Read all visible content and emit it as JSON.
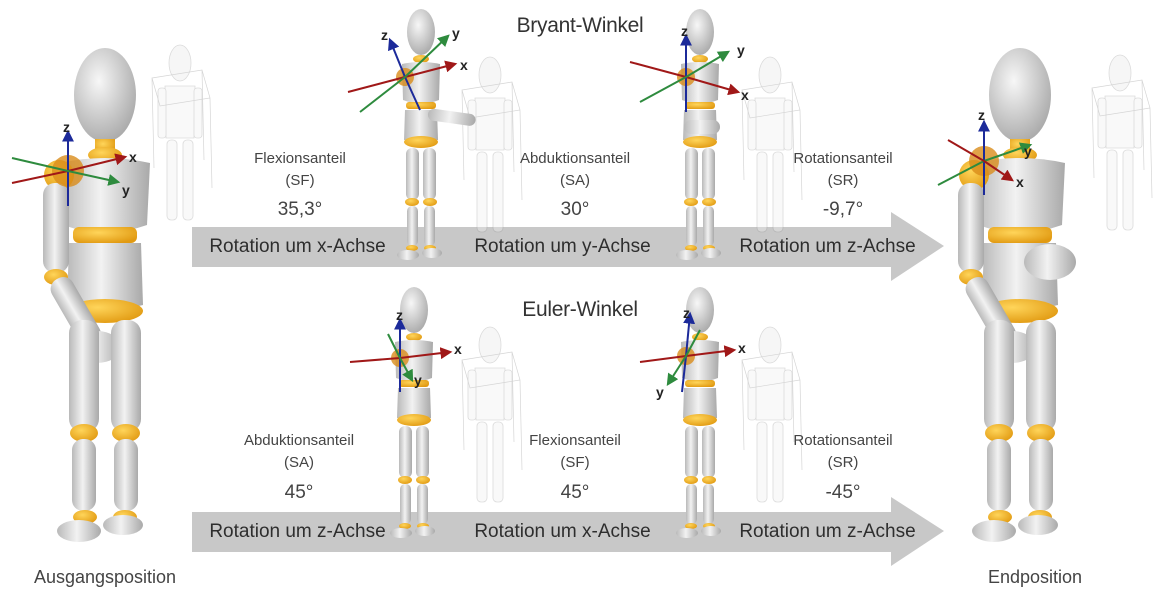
{
  "headings": {
    "bryant": "Bryant-Winkel",
    "euler": "Euler-Winkel"
  },
  "positions": {
    "start": "Ausgangsposition",
    "end": "Endposition"
  },
  "bryant": {
    "components": [
      {
        "name": "Flexionsanteil",
        "abbr": "(SF)",
        "value": "35,3°"
      },
      {
        "name": "Abduktionsanteil",
        "abbr": "(SA)",
        "value": "30°"
      },
      {
        "name": "Rotationsanteil",
        "abbr": "(SR)",
        "value": "-9,7°"
      }
    ],
    "steps": [
      "Rotation um x-Achse",
      "Rotation um y-Achse",
      "Rotation um z-Achse"
    ]
  },
  "euler": {
    "components": [
      {
        "name": "Abduktionsanteil",
        "abbr": "(SA)",
        "value": "45°"
      },
      {
        "name": "Flexionsanteil",
        "abbr": "(SF)",
        "value": "45°"
      },
      {
        "name": "Rotationsanteil",
        "abbr": "(SR)",
        "value": "-45°"
      }
    ],
    "steps": [
      "Rotation um z-Achse",
      "Rotation um x-Achse",
      "Rotation um z-Achse"
    ]
  },
  "axes": {
    "x": "x",
    "y": "y",
    "z": "z"
  },
  "colors": {
    "arrow": "#c8c8c8",
    "body": "#d9d9d9",
    "joint": "#f5b82e",
    "x_axis": "#a01818",
    "y_axis": "#2e8b3e",
    "z_axis": "#1c2a9a"
  }
}
